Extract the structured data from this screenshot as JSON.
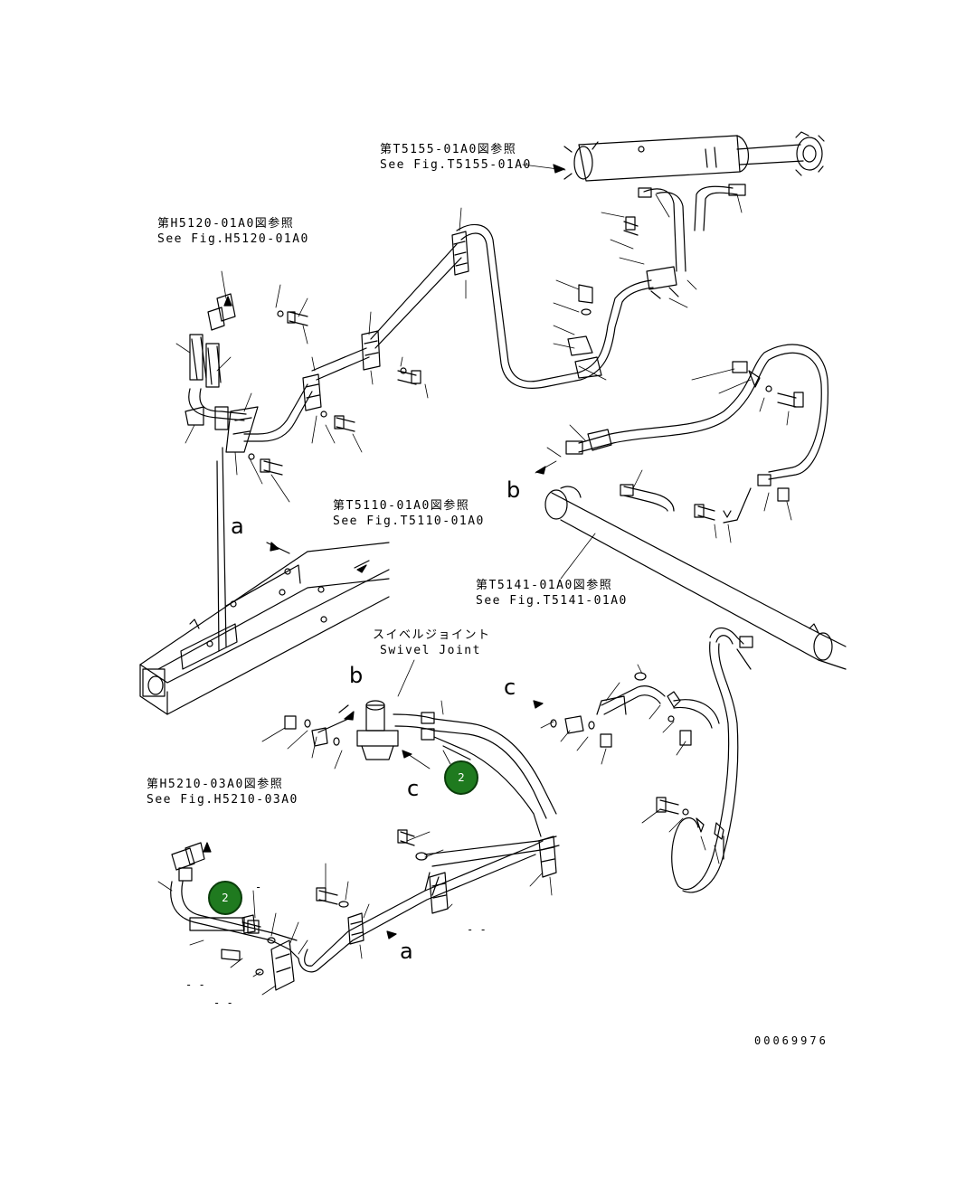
{
  "references": {
    "t5155": {
      "jp": "第T5155-01A0図参照",
      "en": "See Fig.T5155-01A0"
    },
    "h5120": {
      "jp": "第H5120-01A0図参照",
      "en": "See Fig.H5120-01A0"
    },
    "t5110": {
      "jp": "第T5110-01A0図参照",
      "en": "See Fig.T5110-01A0"
    },
    "t5141": {
      "jp": "第T5141-01A0図参照",
      "en": "See Fig.T5141-01A0"
    },
    "h5210": {
      "jp": "第H5210-03A0図参照",
      "en": "See Fig.H5210-03A0"
    }
  },
  "swivel_joint": {
    "jp": "スイベルジョイント",
    "en": "Swivel Joint"
  },
  "connection_letters": {
    "a_upper": "a",
    "a_lower": "a",
    "b_upper": "b",
    "b_lower": "b",
    "c_left": "c",
    "c_right": "c"
  },
  "callout_markers": [
    {
      "label": "2"
    },
    {
      "label": "2"
    }
  ],
  "drawing_number": "00069976"
}
